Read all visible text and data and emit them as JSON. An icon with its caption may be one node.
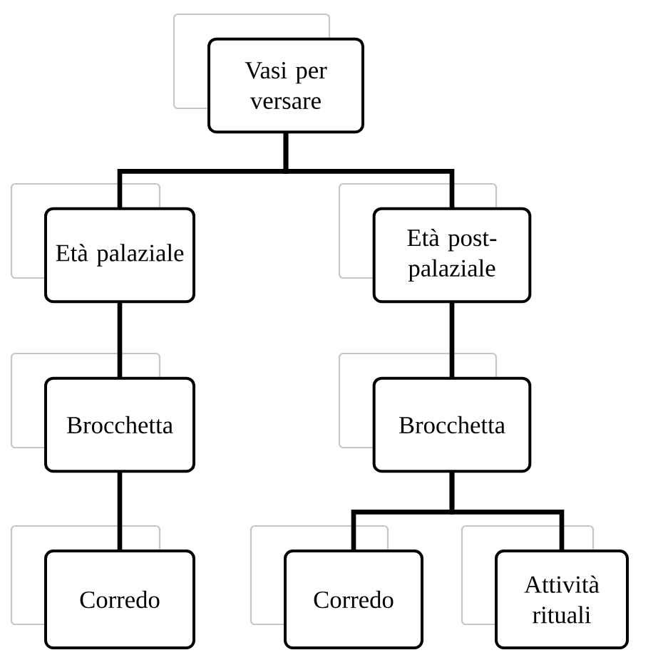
{
  "diagram": {
    "nodes": [
      {
        "text": [
          "Vasi per versare"
        ]
      },
      {
        "text": [
          "Età palaziale"
        ]
      },
      {
        "text": [
          "Età post-palaziale"
        ]
      },
      {
        "text": [
          "Brocchetta"
        ]
      },
      {
        "text": [
          "Brocchetta"
        ]
      },
      {
        "text": [
          "Corredo"
        ]
      },
      {
        "text": [
          "Corredo"
        ]
      },
      {
        "text": [
          "Attività rituali"
        ]
      }
    ],
    "edges": [
      {
        "from": 0,
        "to": 1,
        "arrow": "none"
      },
      {
        "from": 0,
        "to": 2,
        "arrow": "none"
      },
      {
        "from": 1,
        "to": 3,
        "arrow": "none"
      },
      {
        "from": 2,
        "to": 4,
        "arrow": "none"
      },
      {
        "from": 3,
        "to": 5,
        "arrow": "none"
      },
      {
        "from": 4,
        "to": 6,
        "arrow": "none"
      },
      {
        "from": 4,
        "to": 7,
        "arrow": "none"
      }
    ]
  }
}
